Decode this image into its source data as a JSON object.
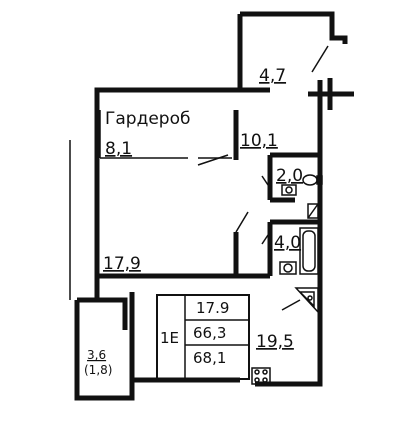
{
  "floor_plan": {
    "rooms": [
      {
        "id": "wardrobe",
        "title": "Гардероб",
        "area": "8,1"
      },
      {
        "id": "living",
        "area": "17,9"
      },
      {
        "id": "hall",
        "area": "10,1"
      },
      {
        "id": "corridor",
        "area": "4,7"
      },
      {
        "id": "toilet",
        "area": "2,0"
      },
      {
        "id": "bath",
        "area": "4,0"
      },
      {
        "id": "kitchen",
        "area": "19,5"
      },
      {
        "id": "balcony",
        "area": "3,6",
        "reduced_area": "(1,8)"
      }
    ],
    "summary": {
      "label": "1Е",
      "living_area": "17.9",
      "area_total": "66,3",
      "area_with_balcony": "68,1"
    },
    "colors": {
      "walls": "#111111",
      "background": "#ffffff"
    }
  }
}
